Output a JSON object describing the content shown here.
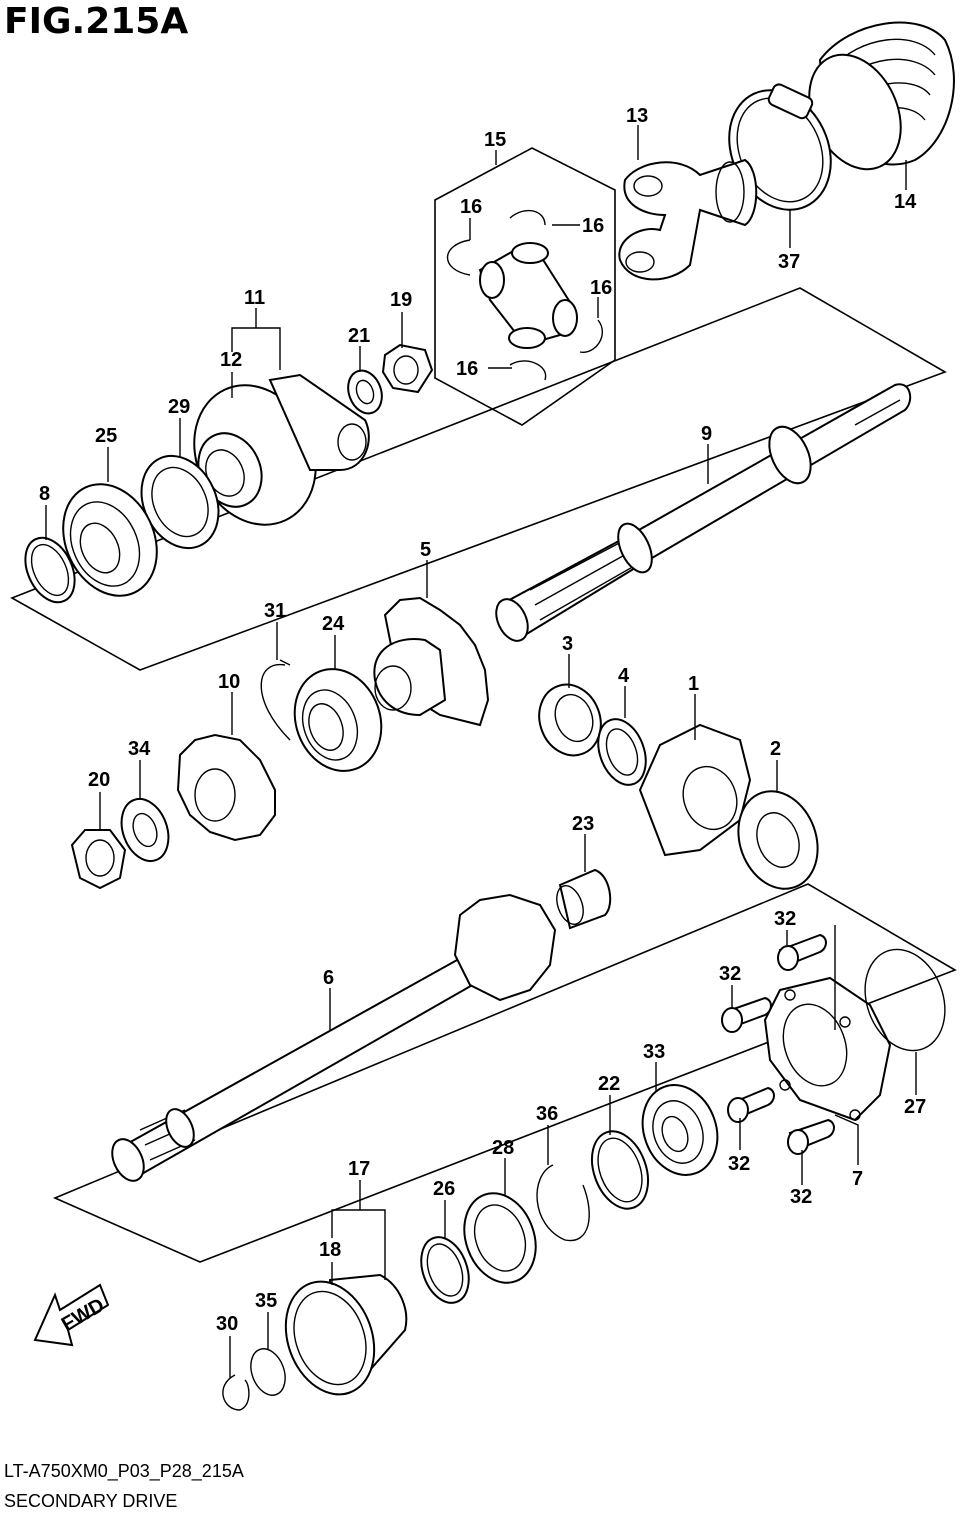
{
  "figure": {
    "title": "FIG.215A",
    "code": "LT-A750XM0_P03_P28_215A",
    "name": "SECONDARY DRIVE",
    "fwd_label": "FWD"
  },
  "callouts": [
    {
      "id": "c1",
      "text": "1"
    },
    {
      "id": "c2",
      "text": "2"
    },
    {
      "id": "c3",
      "text": "3"
    },
    {
      "id": "c4",
      "text": "4"
    },
    {
      "id": "c5",
      "text": "5"
    },
    {
      "id": "c6",
      "text": "6"
    },
    {
      "id": "c7",
      "text": "7"
    },
    {
      "id": "c8",
      "text": "8"
    },
    {
      "id": "c9",
      "text": "9"
    },
    {
      "id": "c10",
      "text": "10"
    },
    {
      "id": "c11",
      "text": "11"
    },
    {
      "id": "c12",
      "text": "12"
    },
    {
      "id": "c13",
      "text": "13"
    },
    {
      "id": "c14",
      "text": "14"
    },
    {
      "id": "c15",
      "text": "15"
    },
    {
      "id": "c16a",
      "text": "16"
    },
    {
      "id": "c16b",
      "text": "16"
    },
    {
      "id": "c16c",
      "text": "16"
    },
    {
      "id": "c16d",
      "text": "16"
    },
    {
      "id": "c17",
      "text": "17"
    },
    {
      "id": "c18",
      "text": "18"
    },
    {
      "id": "c19",
      "text": "19"
    },
    {
      "id": "c20",
      "text": "20"
    },
    {
      "id": "c21",
      "text": "21"
    },
    {
      "id": "c22",
      "text": "22"
    },
    {
      "id": "c23",
      "text": "23"
    },
    {
      "id": "c24",
      "text": "24"
    },
    {
      "id": "c25",
      "text": "25"
    },
    {
      "id": "c26",
      "text": "26"
    },
    {
      "id": "c27",
      "text": "27"
    },
    {
      "id": "c28",
      "text": "28"
    },
    {
      "id": "c29",
      "text": "29"
    },
    {
      "id": "c30",
      "text": "30"
    },
    {
      "id": "c31",
      "text": "31"
    },
    {
      "id": "c32a",
      "text": "32"
    },
    {
      "id": "c32b",
      "text": "32"
    },
    {
      "id": "c32c",
      "text": "32"
    },
    {
      "id": "c32d",
      "text": "32"
    },
    {
      "id": "c33",
      "text": "33"
    },
    {
      "id": "c34",
      "text": "34"
    },
    {
      "id": "c35",
      "text": "35"
    },
    {
      "id": "c36",
      "text": "36"
    },
    {
      "id": "c37",
      "text": "37"
    }
  ],
  "colors": {
    "line": "#000000",
    "background": "#ffffff"
  }
}
